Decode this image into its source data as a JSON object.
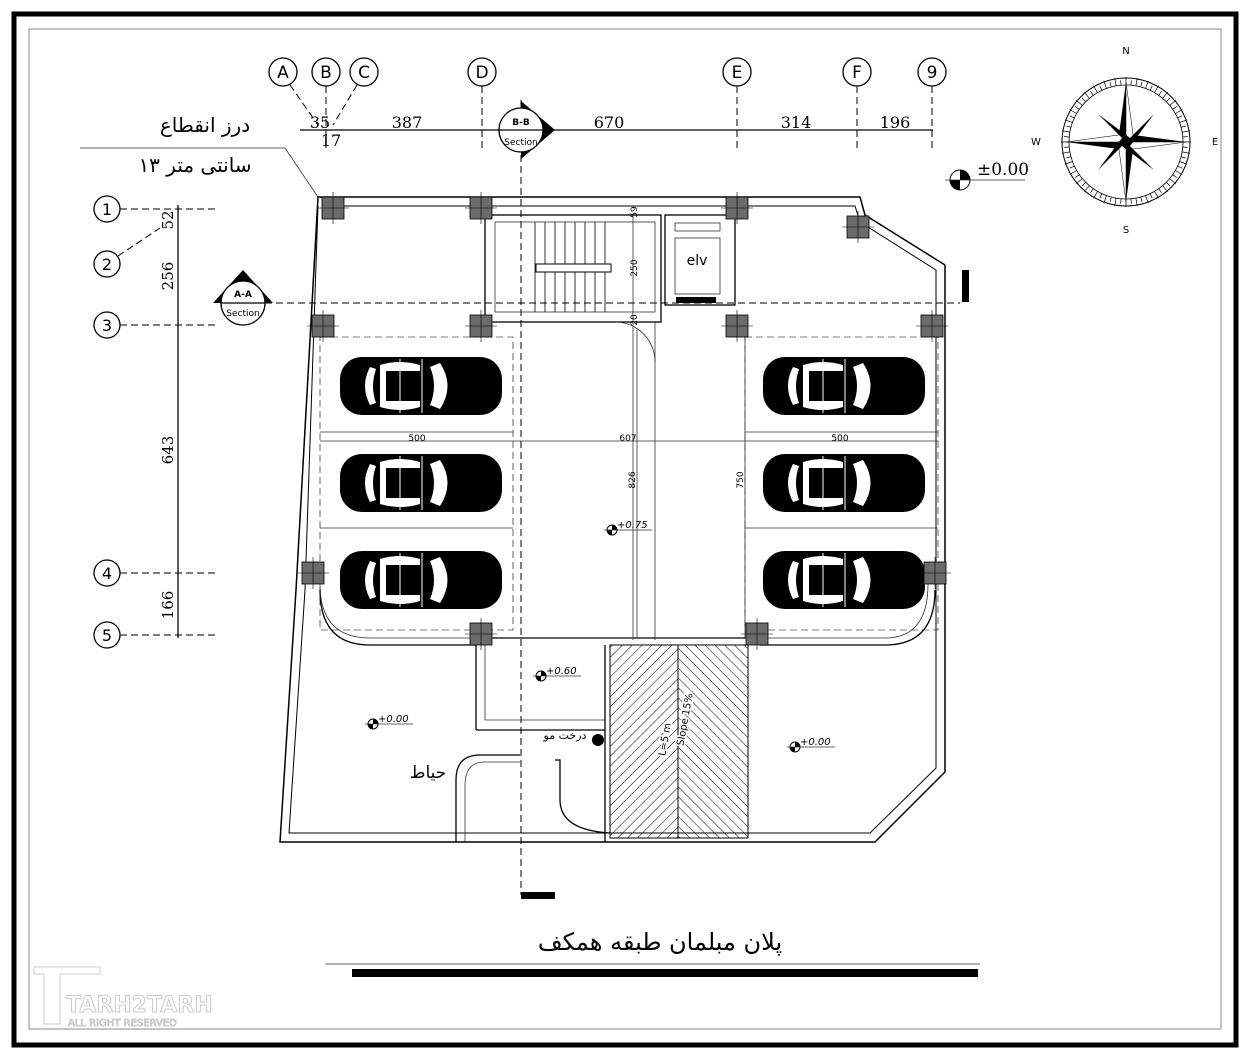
{
  "drawing": {
    "title": "پلان مبلمان طبقه همکف",
    "expansion_joint_label": "درز انقطاع",
    "expansion_joint_size": "۱۳ سانتی متر",
    "yard_label": "حیاط",
    "tree_label": "درخت مو",
    "elevator_label": "elv",
    "ramp_length": "L=5 m",
    "ramp_slope": "Slope 15%",
    "reference_level": "±0.00"
  },
  "grid_top": {
    "axes": [
      "A",
      "B",
      "C",
      "D",
      "E",
      "F",
      "9"
    ],
    "dimensions": [
      "35",
      "17",
      "387",
      "670",
      "314",
      "196"
    ]
  },
  "grid_left": {
    "axes": [
      "1",
      "2",
      "3",
      "4",
      "5"
    ],
    "dimensions": [
      "52",
      "256",
      "643",
      "166"
    ]
  },
  "sections": {
    "bb": {
      "name": "B-B",
      "label": "Section"
    },
    "aa": {
      "name": "A-A",
      "label": "Section"
    }
  },
  "inner_dims": {
    "stair_top": "59",
    "stair_len": "250",
    "stair_gap": "20",
    "center_width": "607",
    "left_bay": "500",
    "right_bay": "500",
    "center_depth": "826",
    "right_depth": "750"
  },
  "levels": {
    "parking": "+0.75",
    "entry": "+0.60",
    "yard_left": "+0.00",
    "yard_right": "+0.00"
  },
  "compass": {
    "n": "N",
    "s": "S",
    "e": "E",
    "w": "W"
  },
  "watermark": {
    "brand": "TARH2TARH",
    "rights": "ALL RIGHT RESERVED"
  }
}
